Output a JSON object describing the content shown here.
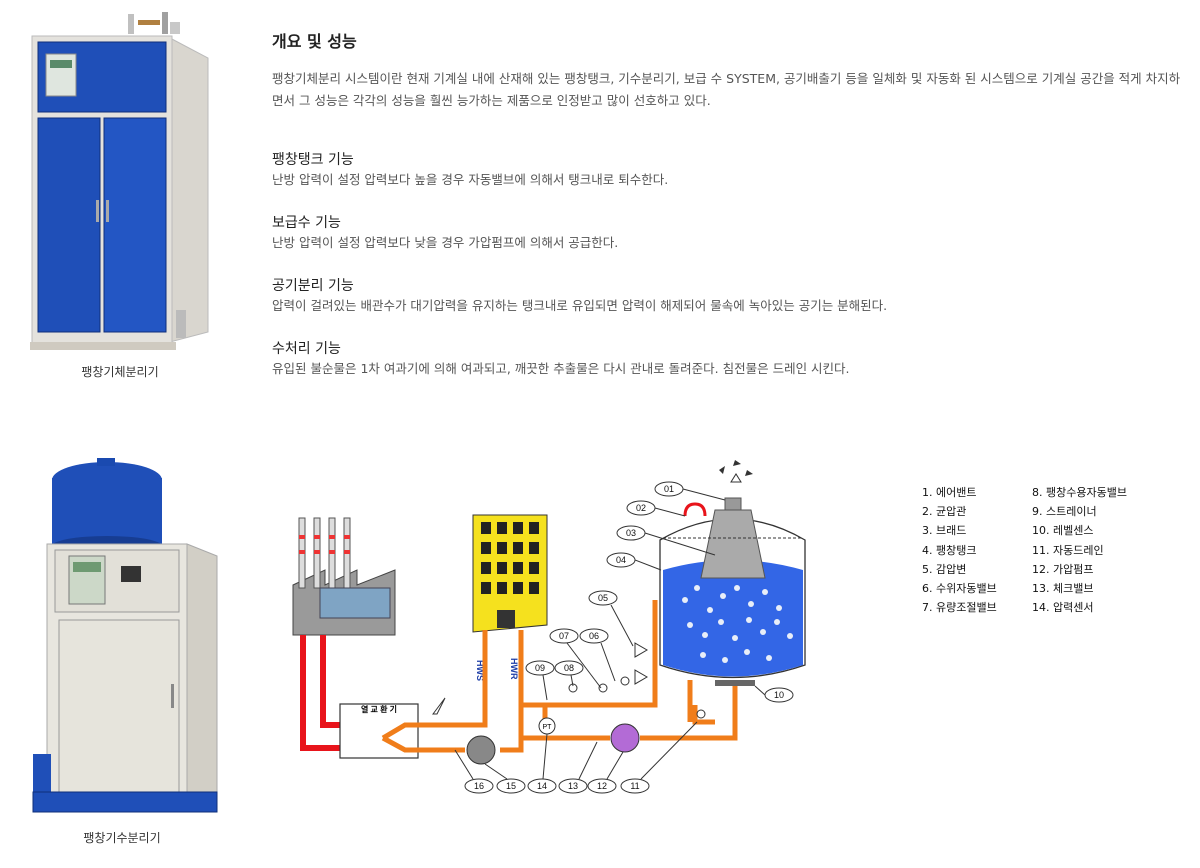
{
  "overview": {
    "title": "개요 및 성능",
    "intro": "팽창기체분리 시스템이란 현재 기계실 내에  산재해 있는 팽창탱크, 기수분리기, 보급 수 SYSTEM, 공기배출기 등을 일체화 및 자동화 된 시스템으로 기계실 공간을 적게 차지하면서 그 성능은 각각의 성능을 훨씬 능가하는 제품으로 인정받고 많이 선호하고  있다."
  },
  "sections": [
    {
      "title": "팽창탱크 기능",
      "desc": "난방 압력이 설정 압력보다 높을 경우 자동밸브에 의해서 탱크내로 퇴수한다."
    },
    {
      "title": "보급수 기능",
      "desc": "난방 압력이 설정 압력보다 낮을 경우 가압펌프에 의해서 공급한다."
    },
    {
      "title": "공기분리 기능",
      "desc": "압력이 걸려있는 배관수가 대기압력을 유지하는 탱크내로 유입되면 압력이 해제되어 물속에 녹아있는 공기는 분해된다."
    },
    {
      "title": "수처리 기능",
      "desc": "유입된 불순물은 1차 여과기에 의해 여과되고, 깨끗한 추출물은 다시 관내로 돌려준다. 침전물은 드레인 시킨다."
    }
  ],
  "products": {
    "gas_separator": {
      "caption": "팽창기체분리기"
    },
    "water_separator": {
      "caption": "팽창기수분리기"
    }
  },
  "diagram": {
    "heat_exchanger_label": "열 교 환 기",
    "hws_label": "HWS",
    "hwr_label": "HWR",
    "pt_label": "PT",
    "callouts": [
      "01",
      "02",
      "03",
      "04",
      "05",
      "06",
      "07",
      "08",
      "09",
      "10",
      "11",
      "12",
      "13",
      "14",
      "15",
      "16"
    ]
  },
  "legend": {
    "left": [
      "1. 에어밴트",
      "2. 균압관",
      "3. 브래드",
      "4. 팽창탱크",
      "5. 감압변",
      "6. 수위자동밸브",
      "7. 유량조절밸브"
    ],
    "right": [
      "8. 팽창수용자동밸브",
      "9. 스트레이너",
      "10. 레벨센스",
      "11. 자동드레인",
      "12. 가압펌프",
      "13. 체크밸브",
      "14. 압력센서"
    ]
  },
  "colors": {
    "cabinet_blue": "#1f4fb8",
    "pipe_orange": "#f07d1a",
    "pipe_red": "#e8141b",
    "building_yellow": "#f5e11e",
    "tank_water": "#3366e6"
  }
}
